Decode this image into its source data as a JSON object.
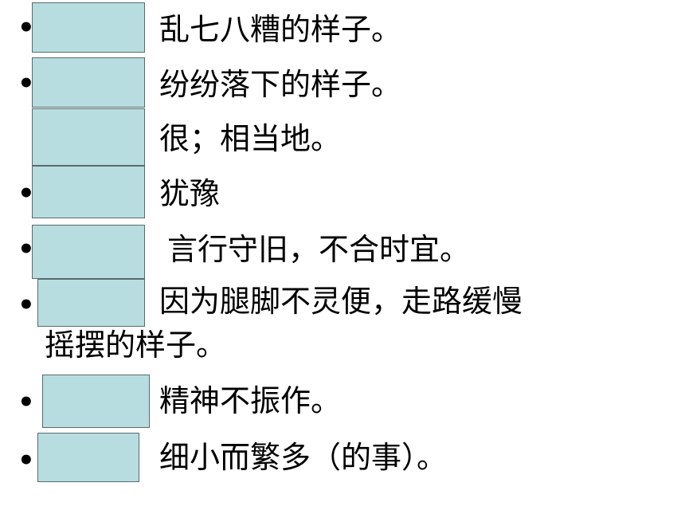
{
  "bullet_glyph": "•",
  "box_color": "#b7dde0",
  "definitions": [
    {
      "text": "乱七八糟的样子。"
    },
    {
      "text": "纷纷落下的样子。"
    },
    {
      "text": "很；相当地。"
    },
    {
      "text": "犹豫"
    },
    {
      "text": "言行守旧，不合时宜。"
    },
    {
      "text": "因为腿脚不灵便，走路缓慢",
      "continuation": "摇摆的样子。"
    },
    {
      "text": "精神不振作。"
    },
    {
      "text": "细小而繁多（的事）。"
    }
  ]
}
